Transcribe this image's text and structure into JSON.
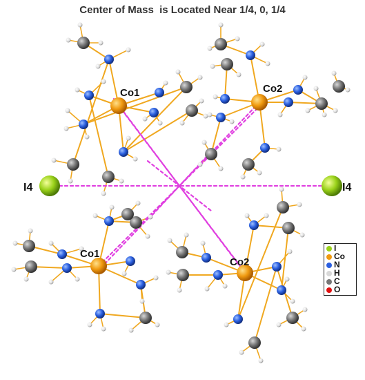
{
  "title": "Center of Mass  is Located Near 1/4, 0, 1/4",
  "labels": {
    "co1_top": "Co1",
    "co2_top": "Co2",
    "co1_bottom": "Co1",
    "co2_bottom": "Co2",
    "i4_left": "I4",
    "i4_right": "I4"
  },
  "legend": [
    {
      "symbol": "I",
      "color": "#9ad21a"
    },
    {
      "symbol": "Co",
      "color": "#f09a10"
    },
    {
      "symbol": "N",
      "color": "#2a5fe0"
    },
    {
      "symbol": "H",
      "color": "#d8d8d8"
    },
    {
      "symbol": "C",
      "color": "#777777"
    },
    {
      "symbol": "O",
      "color": "#e01010"
    }
  ],
  "colors": {
    "bond": "#f0a820",
    "dashed_contact": "#e040e0",
    "iodine": "#9ad21a",
    "cobalt": "#f09a10",
    "nitrogen": "#2a5fe0",
    "carbon": "#777777",
    "hydrogen": "#d8d8d8"
  }
}
